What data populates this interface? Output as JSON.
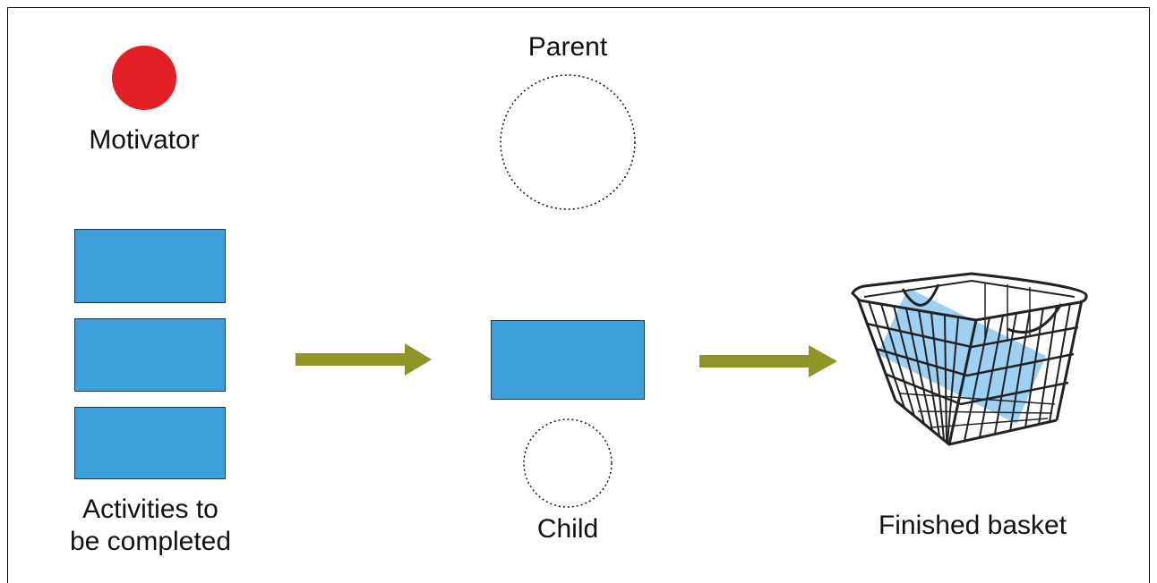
{
  "labels": {
    "motivator": "Motivator",
    "parent": "Parent",
    "child": "Child",
    "activities_line1": "Activities to",
    "activities_line2": "be completed",
    "finished_basket": "Finished basket"
  },
  "colors": {
    "motivator_dot": "#e31e24",
    "activity_box": "#3ea0db",
    "arrow": "#8f9427",
    "basket_wire": "#222222",
    "basket_item": "#8cc8ee"
  },
  "icons": {
    "motivator": "red-dot-icon",
    "parent_placeholder": "dotted-circle-icon",
    "child_placeholder": "dotted-circle-icon",
    "basket": "wire-basket-icon",
    "arrows": "right-arrow-icon"
  }
}
